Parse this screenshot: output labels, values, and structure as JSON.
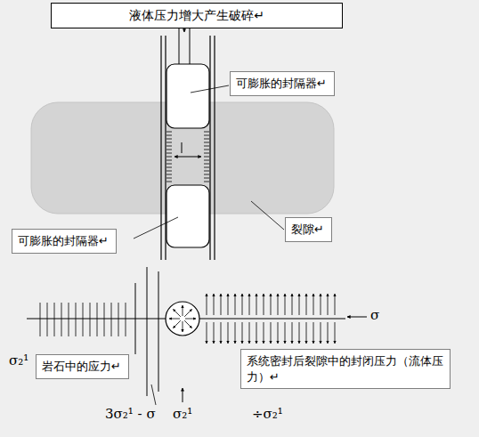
{
  "diagram": {
    "nodes": [
      {
        "text": [
          "液体压力增大产生破碎↵"
        ]
      },
      {
        "text": [
          "可膨胀的封隔器↵"
        ]
      },
      {
        "text": [
          "可膨胀的封隔器↵"
        ]
      },
      {
        "text": [
          "裂隙↵"
        ]
      },
      {
        "text": [
          "岩石中的应力↵"
        ]
      },
      {
        "text": [
          "系统密封后裂隙中的封闭压力（流体压力）↵"
        ]
      }
    ],
    "labels": [
      "σ",
      "σ₂¹",
      "3σ₂¹ - σ",
      "σ₂¹",
      "÷σ₂¹"
    ]
  }
}
